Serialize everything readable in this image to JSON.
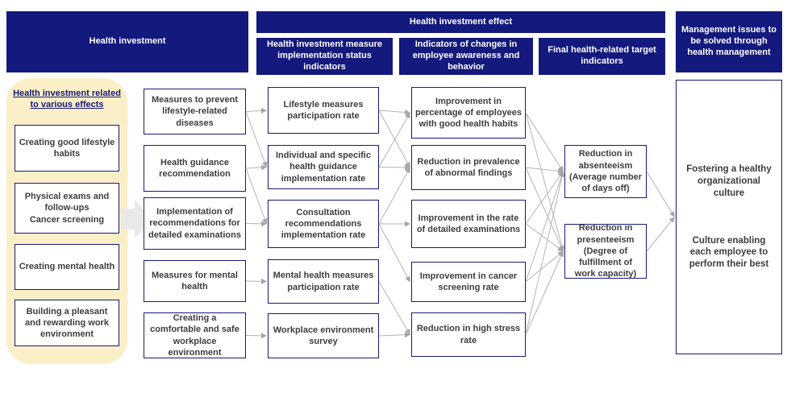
{
  "colors": {
    "navy": "#14197D",
    "cream": "#FBEFC7",
    "line": "#B4B4B4",
    "text": "#3D3D3D"
  },
  "headers": {
    "investment": "Health investment",
    "effect": "Health investment effect",
    "management": "Management issues to be solved through health management",
    "sub": [
      "Health investment measure implementation status indicators",
      "Indicators of changes in employee awareness and behavior",
      "Final health-related target indicators"
    ]
  },
  "panel": {
    "title": "Health investment related to various effects",
    "items": [
      "Creating good lifestyle habits",
      "Physical exams and follow-ups\nCancer screening",
      "Creating mental health",
      "Building a pleasant and rewarding work environment"
    ]
  },
  "columns": {
    "measures": [
      "Measures to prevent lifestyle-related diseases",
      "Health guidance recommendation",
      "Implementation of recommendations for detailed examinations",
      "Measures for mental health",
      "Creating a comfortable and safe workplace environment"
    ],
    "status_indicators": [
      "Lifestyle measures participation rate",
      "Individual and specific health guidance implementation rate",
      "Consultation recommendations implementation rate",
      "Mental health measures participation rate",
      "Workplace environment survey"
    ],
    "awareness_indicators": [
      "Improvement in percentage of employees with good health habits",
      "Reduction in prevalence of abnormal findings",
      "Improvement in the rate of detailed examinations",
      "Improvement in cancer screening rate",
      "Reduction in high stress rate"
    ],
    "target_indicators": [
      "Reduction in absenteeism (Average number of days off)",
      "Reduction in presenteeism (Degree of fulfillment of work capacity)"
    ]
  },
  "outcome": {
    "items": [
      "Fostering a healthy organizational culture",
      "Culture enabling each employee to perform their best"
    ]
  },
  "edges": [
    [
      "a1",
      "b1"
    ],
    [
      "a1",
      "b2"
    ],
    [
      "a2",
      "b2"
    ],
    [
      "a2",
      "b3"
    ],
    [
      "a3",
      "b3"
    ],
    [
      "a4",
      "b4"
    ],
    [
      "a5",
      "b5"
    ],
    [
      "b1",
      "c1"
    ],
    [
      "b1",
      "c2"
    ],
    [
      "b2",
      "c1"
    ],
    [
      "b2",
      "c2"
    ],
    [
      "b3",
      "c2"
    ],
    [
      "b3",
      "c3"
    ],
    [
      "b3",
      "c4"
    ],
    [
      "b4",
      "c5"
    ],
    [
      "b5",
      "c5"
    ],
    [
      "c1",
      "d1"
    ],
    [
      "c1",
      "d2"
    ],
    [
      "c2",
      "d1"
    ],
    [
      "c2",
      "d2"
    ],
    [
      "c3",
      "d1"
    ],
    [
      "c3",
      "d2"
    ],
    [
      "c4",
      "d1"
    ],
    [
      "c4",
      "d2"
    ],
    [
      "c5",
      "d1"
    ],
    [
      "c5",
      "d2"
    ],
    [
      "d1",
      "e1"
    ],
    [
      "d2",
      "e1"
    ]
  ]
}
